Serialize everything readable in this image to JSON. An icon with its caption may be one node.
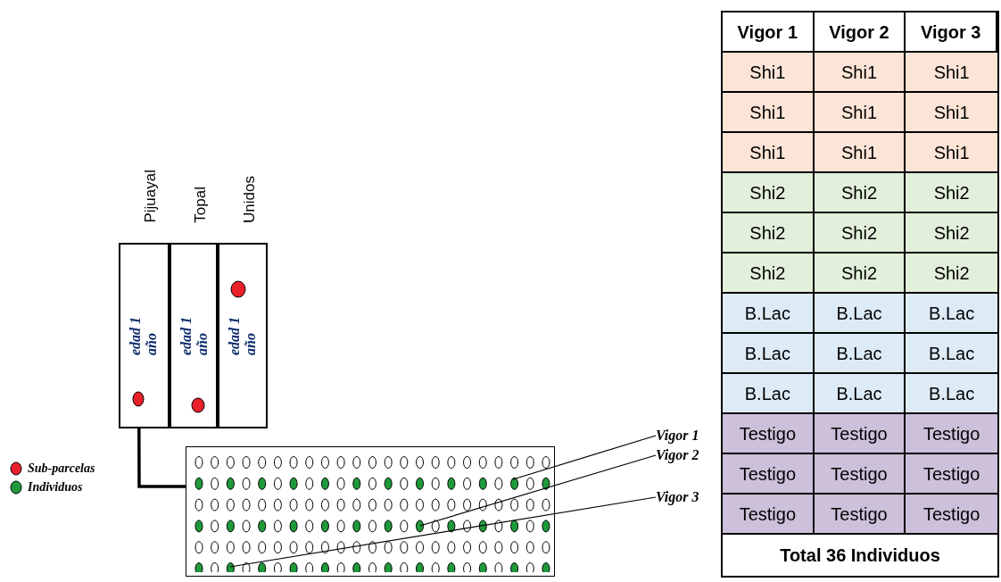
{
  "diagram": {
    "nodes": [
      {
        "text": [
          "Pijuayal",
          "edad 1 año"
        ]
      },
      {
        "text": [
          "Topal",
          "edad 1 año"
        ]
      },
      {
        "text": [
          "Unidos",
          "edad 1 año"
        ]
      },
      {
        "text": [],
        "shape": "box"
      },
      {
        "text": [
          "Vigor 1"
        ]
      },
      {
        "text": [
          "Vigor 2"
        ]
      },
      {
        "text": [
          "Vigor 3"
        ]
      }
    ],
    "edges": [
      {
        "from": 0,
        "to": 3,
        "arrow": "none",
        "style": "thick"
      },
      {
        "from": 4,
        "to": 3,
        "arrow": "none"
      },
      {
        "from": 5,
        "to": 3,
        "arrow": "none"
      },
      {
        "from": 6,
        "to": 3,
        "arrow": "none"
      }
    ],
    "labels": [
      "Vigor 1",
      "Vigor 2",
      "Vigor 3",
      "Shi1",
      "Shi1",
      "Shi1",
      "Shi1",
      "Shi1",
      "Shi1",
      "Shi1",
      "Shi1",
      "Shi1",
      "Shi2",
      "Shi2",
      "Shi2",
      "Shi2",
      "Shi2",
      "Shi2",
      "Shi2",
      "Shi2",
      "Shi2",
      "B.Lac",
      "B.Lac",
      "B.Lac",
      "B.Lac",
      "B.Lac",
      "B.Lac",
      "B.Lac",
      "B.Lac",
      "B.Lac",
      "Testigo",
      "Testigo",
      "Testigo",
      "Testigo",
      "Testigo",
      "Testigo",
      "Testigo",
      "Testigo",
      "Testigo",
      "Total 36 Individuos"
    ],
    "legend": [
      {
        "text": "Sub-parcelas",
        "color": "#e8202a"
      },
      {
        "text": "Individuos",
        "color": "#1f9a3a"
      }
    ]
  }
}
